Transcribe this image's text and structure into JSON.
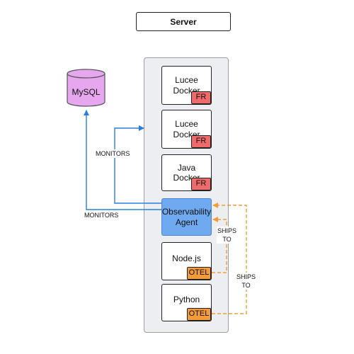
{
  "title": "Server",
  "database": {
    "label": "MySQL",
    "color": "#e7a7ef"
  },
  "services": [
    {
      "label": "Lucee\nDocker",
      "tag": "FR"
    },
    {
      "label": "Lucee\nDocker",
      "tag": "FR"
    },
    {
      "label": "Java\nDocker",
      "tag": "FR"
    }
  ],
  "agent": {
    "label": "Observability\nAgent",
    "color": "#6faaf0"
  },
  "otel_services": [
    {
      "label": "Node.js",
      "tag": "OTEL"
    },
    {
      "label": "Python",
      "tag": "OTEL"
    }
  ],
  "edge_labels": {
    "monitors_server": "MONITORS",
    "monitors_db": "MONITORS",
    "ships_to_1": "SHIPS\nTO",
    "ships_to_2": "SHIPS\nTO"
  },
  "colors": {
    "monitor_edge": "#2a7ee0",
    "ship_edge": "#f39a3b",
    "fr_tag": "#ef6b6b",
    "otel_tag": "#f39a3b"
  }
}
